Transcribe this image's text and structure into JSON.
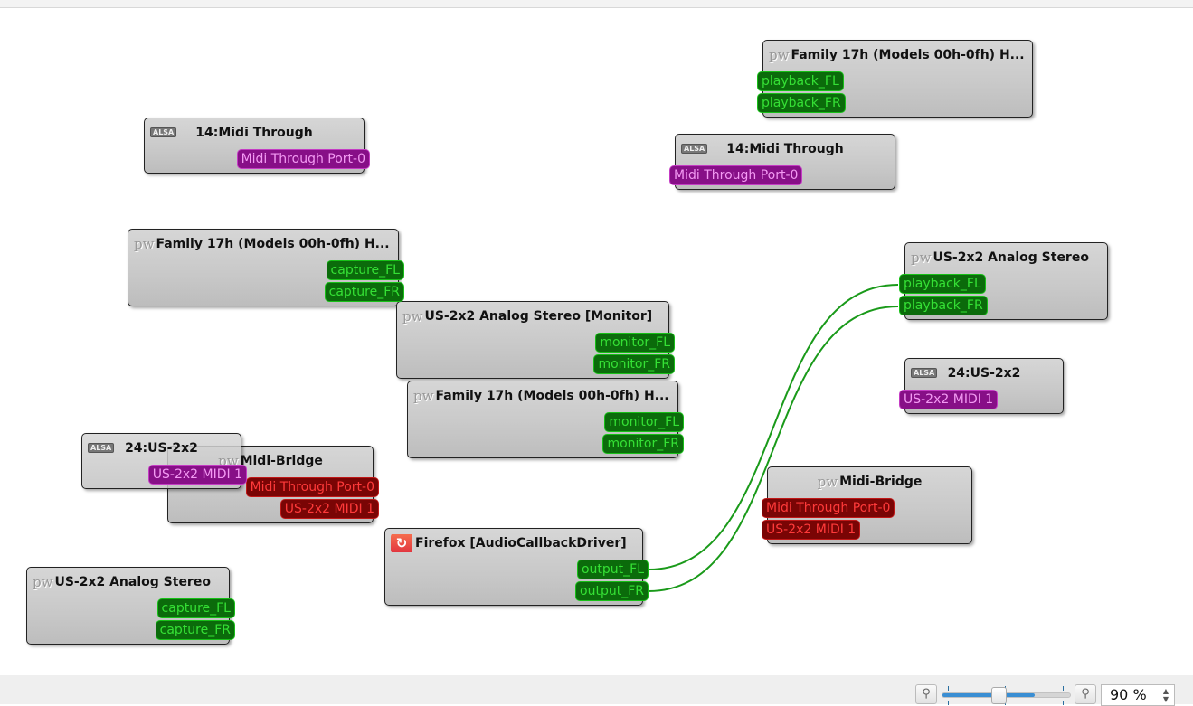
{
  "nodes": [
    {
      "title": "Family 17h (Models 00h-0fh) H...",
      "icon": "pw",
      "ports": [
        {
          "name": "playback_FL",
          "kind": "audio",
          "side": "in"
        },
        {
          "name": "playback_FR",
          "kind": "audio",
          "side": "in"
        }
      ]
    },
    {
      "title": "14:Midi Through",
      "icon": "alsa",
      "ports": [
        {
          "name": "Midi Through Port-0",
          "kind": "midi",
          "side": "out"
        }
      ]
    },
    {
      "title": "14:Midi Through",
      "icon": "alsa",
      "ports": [
        {
          "name": "Midi Through Port-0",
          "kind": "midi",
          "side": "in"
        }
      ]
    },
    {
      "title": "Family 17h (Models 00h-0fh) H...",
      "icon": "pw",
      "ports": [
        {
          "name": "capture_FL",
          "kind": "audio",
          "side": "out"
        },
        {
          "name": "capture_FR",
          "kind": "audio",
          "side": "out"
        }
      ]
    },
    {
      "title": "US-2x2 Analog Stereo [Monitor]",
      "icon": "pw",
      "ports": [
        {
          "name": "monitor_FL",
          "kind": "audio",
          "side": "out"
        },
        {
          "name": "monitor_FR",
          "kind": "audio",
          "side": "out"
        }
      ]
    },
    {
      "title": "Family 17h (Models 00h-0fh) H...",
      "icon": "pw",
      "ports": [
        {
          "name": "monitor_FL",
          "kind": "audio",
          "side": "out"
        },
        {
          "name": "monitor_FR",
          "kind": "audio",
          "side": "out"
        }
      ]
    },
    {
      "title": "US-2x2 Analog Stereo",
      "icon": "pw",
      "ports": [
        {
          "name": "playback_FL",
          "kind": "audio",
          "side": "in"
        },
        {
          "name": "playback_FR",
          "kind": "audio",
          "side": "in"
        }
      ]
    },
    {
      "title": "24:US-2x2",
      "icon": "alsa",
      "ports": [
        {
          "name": "US-2x2 MIDI 1",
          "kind": "midi",
          "side": "in"
        }
      ]
    },
    {
      "title": "Midi-Bridge",
      "icon": "pw",
      "ports": [
        {
          "name": "Midi Through Port-0",
          "kind": "midiout",
          "side": "out"
        },
        {
          "name": "US-2x2 MIDI 1",
          "kind": "midiout",
          "side": "out"
        }
      ]
    },
    {
      "title": "24:US-2x2",
      "icon": "alsa",
      "ports": [
        {
          "name": "US-2x2 MIDI 1",
          "kind": "midi",
          "side": "out"
        }
      ]
    },
    {
      "title": "Midi-Bridge",
      "icon": "pw",
      "ports": [
        {
          "name": "Midi Through Port-0",
          "kind": "midiout",
          "side": "in"
        },
        {
          "name": "US-2x2 MIDI 1",
          "kind": "midiout",
          "side": "in"
        }
      ]
    },
    {
      "title": "Firefox [AudioCallbackDriver]",
      "icon": "firefox",
      "ports": [
        {
          "name": "output_FL",
          "kind": "audio",
          "side": "out"
        },
        {
          "name": "output_FR",
          "kind": "audio",
          "side": "out"
        }
      ]
    },
    {
      "title": "US-2x2 Analog Stereo",
      "icon": "pw",
      "ports": [
        {
          "name": "capture_FL",
          "kind": "audio",
          "side": "out"
        },
        {
          "name": "capture_FR",
          "kind": "audio",
          "side": "out"
        }
      ]
    }
  ],
  "icons": {
    "alsa": "ALSA",
    "pw": "pw",
    "firefox": "firefox-icon"
  },
  "statusbar": {
    "zoom_value": "90 %",
    "zoom_percent": 90
  },
  "colors": {
    "wire": "#1a9a1a",
    "audio_port": "#0b6b0b",
    "midi_port": "#870f87",
    "midi_bridge_port": "#7a0505"
  }
}
